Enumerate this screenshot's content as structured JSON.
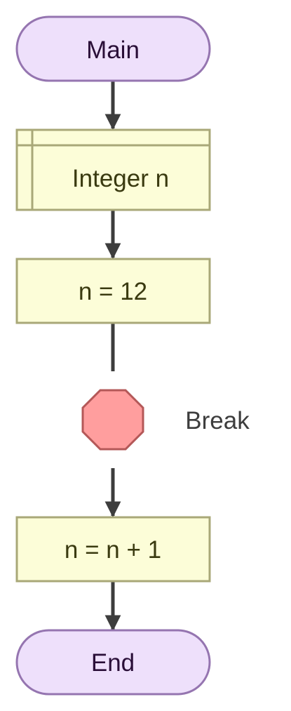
{
  "flowchart": {
    "start": {
      "label": "Main"
    },
    "declare": {
      "label": "Integer n"
    },
    "assign_initial": {
      "label": "n = 12"
    },
    "breakpoint": {
      "label": "Break"
    },
    "increment": {
      "label": "n = n + 1"
    },
    "end": {
      "label": "End"
    }
  },
  "colors": {
    "terminal_fill": "#eee0fb",
    "terminal_stroke": "#9575b0",
    "process_fill": "#fcfdd8",
    "process_stroke": "#a9a878",
    "break_fill": "#ff9e9e",
    "break_stroke": "#b45858",
    "arrow": "#3d3d3d",
    "terminal_text": "#2a0f38",
    "process_text": "#3a3a10",
    "note_text": "#3d3d3d"
  }
}
